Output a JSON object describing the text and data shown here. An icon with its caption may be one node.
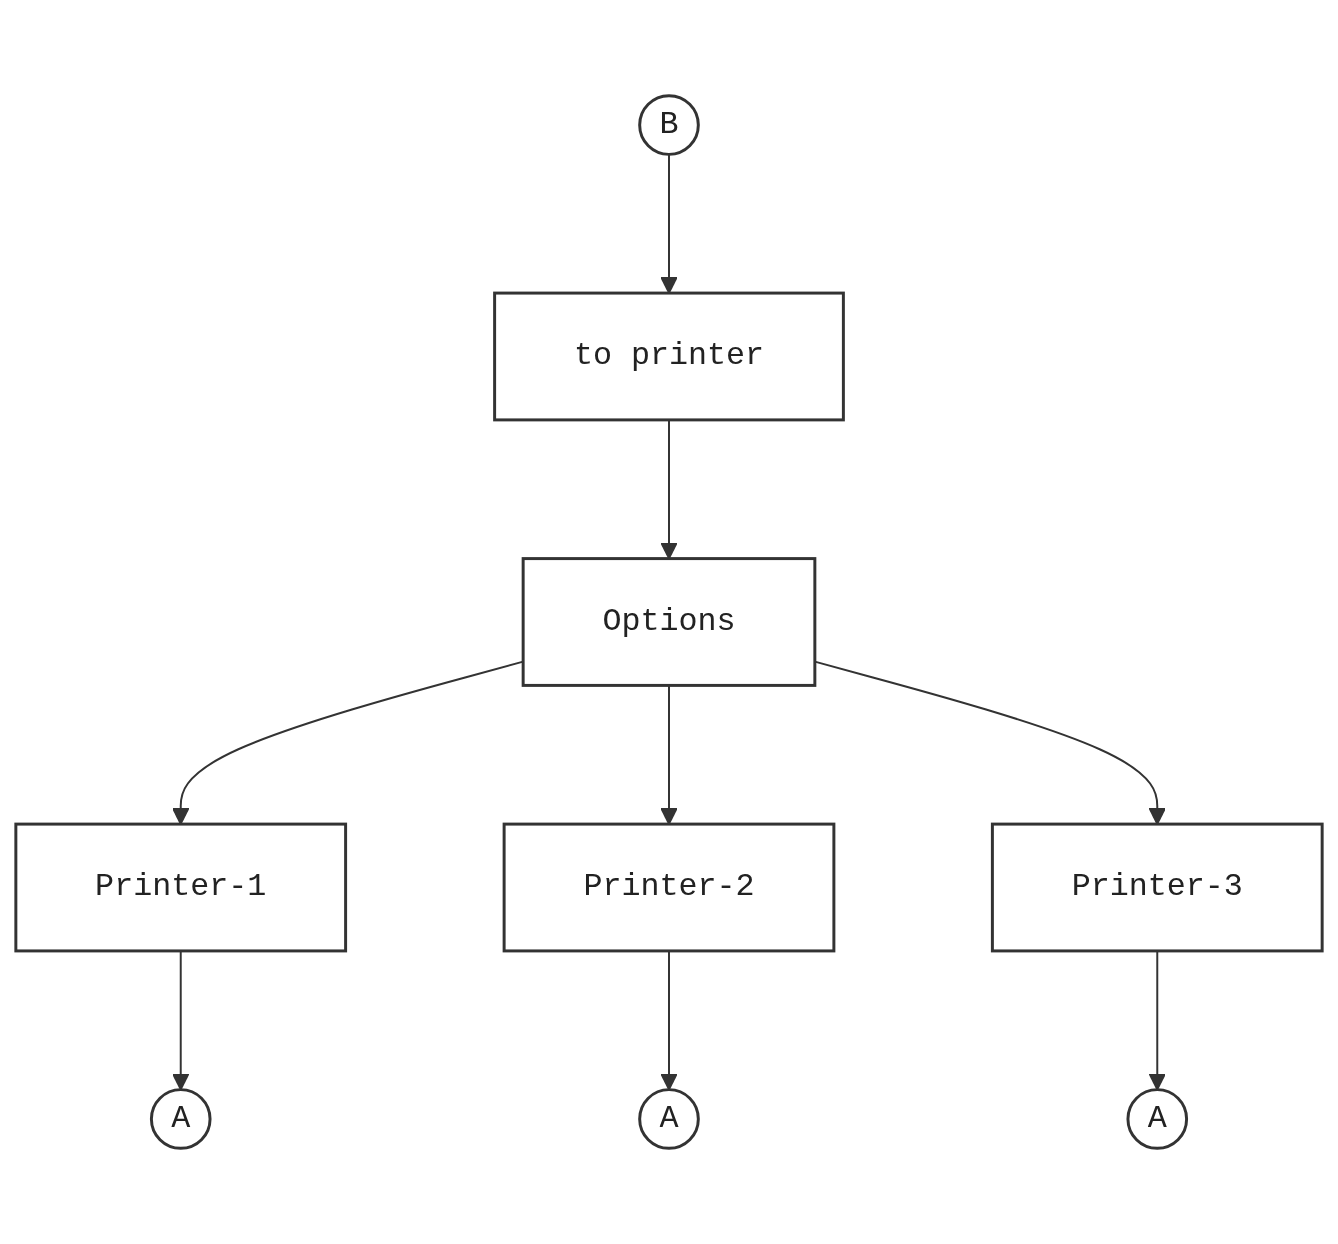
{
  "diagram": {
    "nodes": [
      {
        "text": [
          "B"
        ]
      },
      {
        "text": [
          "to printer"
        ]
      },
      {
        "text": [
          "Options"
        ]
      },
      {
        "text": [
          "Printer-1"
        ]
      },
      {
        "text": [
          "Printer-2"
        ]
      },
      {
        "text": [
          "Printer-3"
        ]
      },
      {
        "text": [
          "A"
        ]
      },
      {
        "text": [
          "A"
        ]
      },
      {
        "text": [
          "A"
        ]
      }
    ],
    "edges": [
      {
        "from": 0,
        "to": 1,
        "arrow": "to"
      },
      {
        "from": 1,
        "to": 2,
        "arrow": "to"
      },
      {
        "from": 2,
        "to": 3,
        "arrow": "to"
      },
      {
        "from": 2,
        "to": 4,
        "arrow": "to"
      },
      {
        "from": 2,
        "to": 5,
        "arrow": "to"
      },
      {
        "from": 3,
        "to": 6,
        "arrow": "to"
      },
      {
        "from": 4,
        "to": 7,
        "arrow": "to"
      },
      {
        "from": 5,
        "to": 8,
        "arrow": "to"
      }
    ]
  }
}
